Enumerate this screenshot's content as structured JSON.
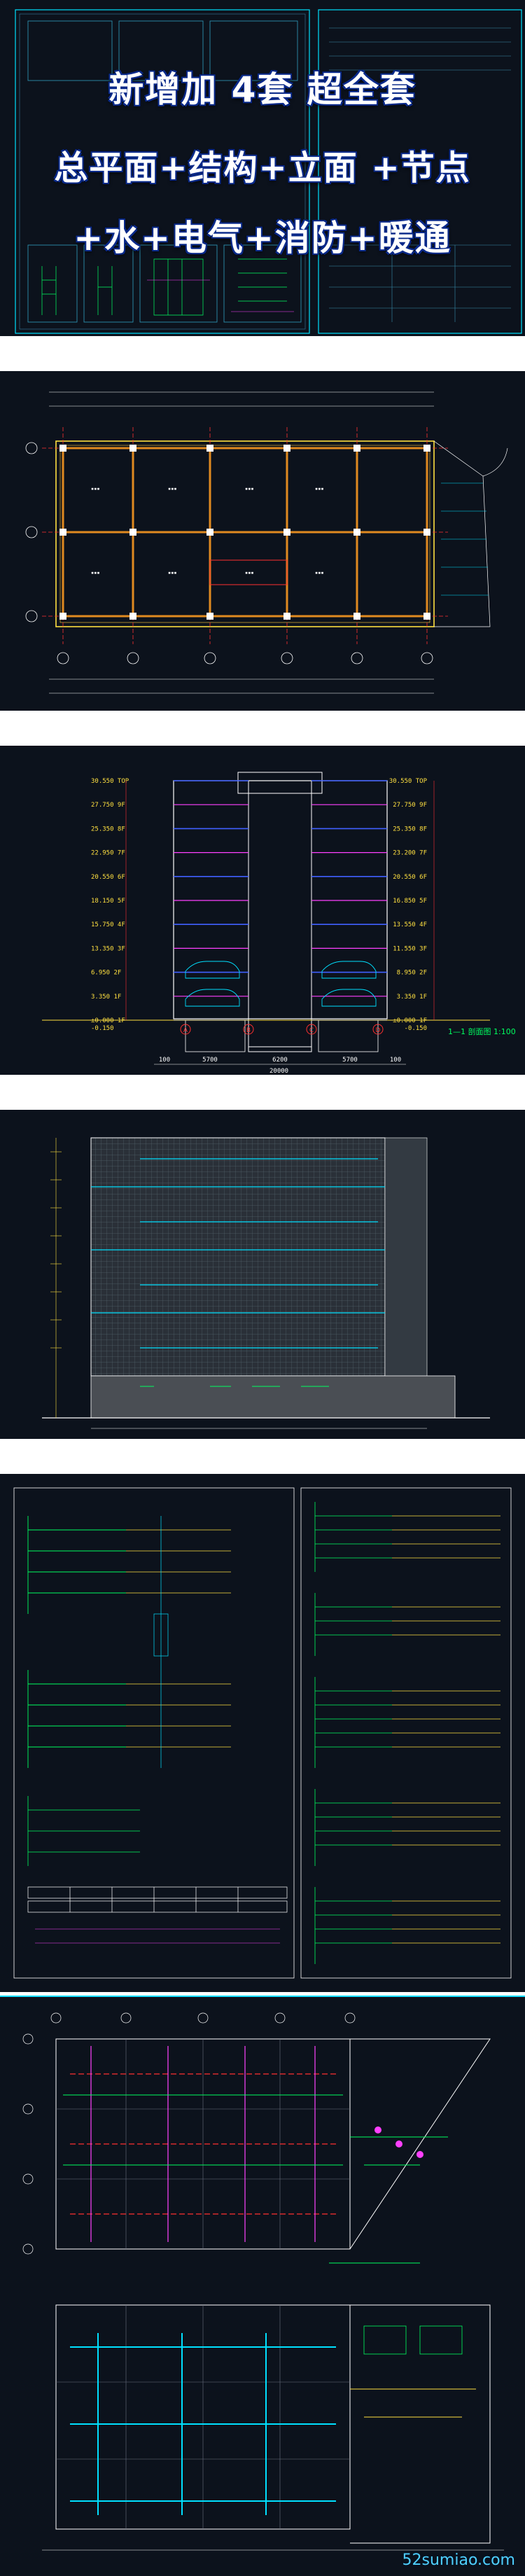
{
  "banner": {
    "line1": "新增加 4套 超全套",
    "line2": "总平面+结构+立面 +节点",
    "line3": "+水+电气+消防+暖通"
  },
  "section_drawing": {
    "levels_left": [
      "30.550 TOP",
      "27.750 9F",
      "25.350 8F",
      "22.950 7F",
      "20.550 6F",
      "18.150 5F",
      "15.750 4F",
      "13.350 3F",
      "6.950 2F",
      "3.350 1F",
      "±0.000 1F",
      "-0.150"
    ],
    "levels_right": [
      "30.550 TOP",
      "27.750 9F",
      "25.350 8F",
      "23.200 7F",
      "20.550 6F",
      "16.850 5F",
      "13.550 4F",
      "11.550 3F",
      "8.950 2F",
      "3.350 1F",
      "±0.000 1F",
      "-0.150"
    ],
    "bottom_dims": [
      "100",
      "5700",
      "6200",
      "5700",
      "100"
    ],
    "total_dim": "20000",
    "axes": [
      "A",
      "B",
      "C",
      "D"
    ],
    "title": "1—1 剖面图",
    "scale": "1:100"
  },
  "watermark": "52sumiao.com",
  "colors": {
    "background": "#0c121c",
    "banner_blue": "#0a2a8a",
    "accent_cyan": "#00e0ff",
    "accent_green": "#00ff60",
    "accent_magenta": "#ff40ff",
    "accent_red": "#ff3030",
    "accent_yellow": "#ffe040"
  }
}
